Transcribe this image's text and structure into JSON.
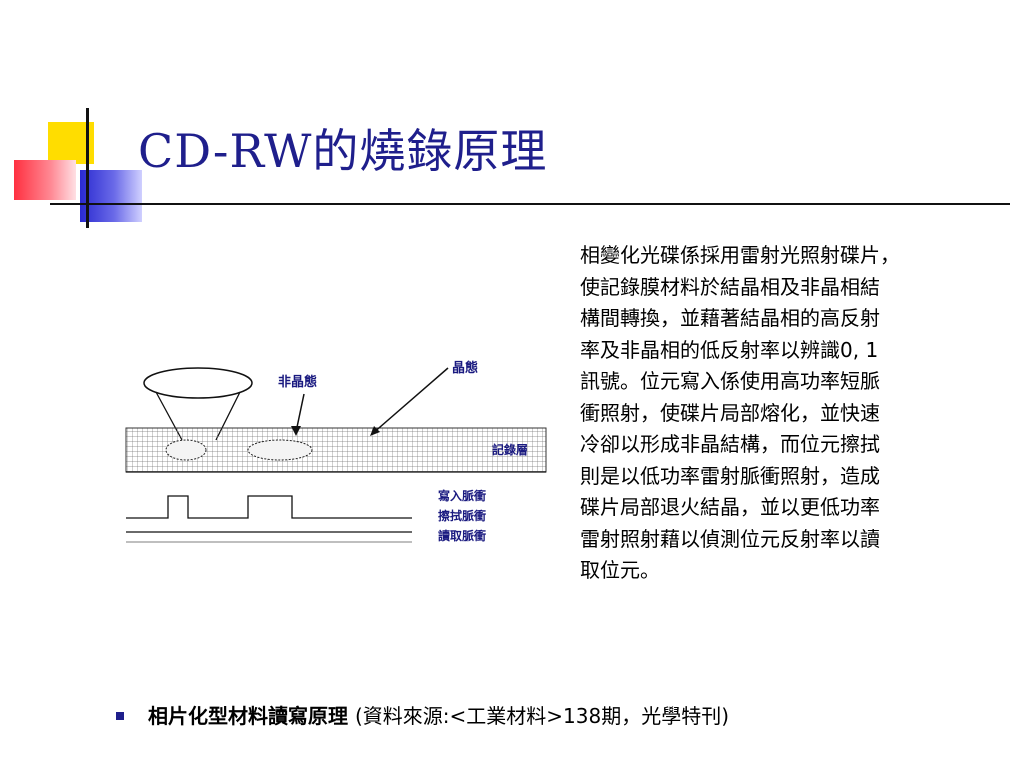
{
  "slide": {
    "title": "CD-RW的燒錄原理",
    "body_lines": [
      "相變化光碟係採用雷射光照射碟片，",
      "使記錄膜材料於結晶相及非晶相結",
      "構間轉換，並藉著結晶相的高反射",
      "率及非晶相的低反射率以辨識0, 1",
      "訊號。位元寫入係使用高功率短脈",
      "衝照射，使碟片局部熔化，並快速",
      "冷卻以形成非晶結構，而位元擦拭",
      "則是以低功率雷射脈衝照射，造成",
      "碟片局部退火結晶，並以更低功率",
      "雷射照射藉以偵測位元反射率以讀",
      "取位元。"
    ],
    "bullet": {
      "bold": "相片化型材料讀寫原理 ",
      "normal": "(資料來源:<工業材料>138期，光學特刊)"
    }
  },
  "figure": {
    "label_amorphous": "非晶態",
    "label_crystal": "晶態",
    "label_record_layer": "記錄層",
    "label_write_level": "寫入脈衝",
    "label_erase_level": "擦拭脈衝",
    "label_read_level": "讀取脈衝"
  },
  "colors": {
    "title": "#1f1f8c",
    "bullet": "#1f1f8c",
    "figure_label": "#1a1a80"
  }
}
